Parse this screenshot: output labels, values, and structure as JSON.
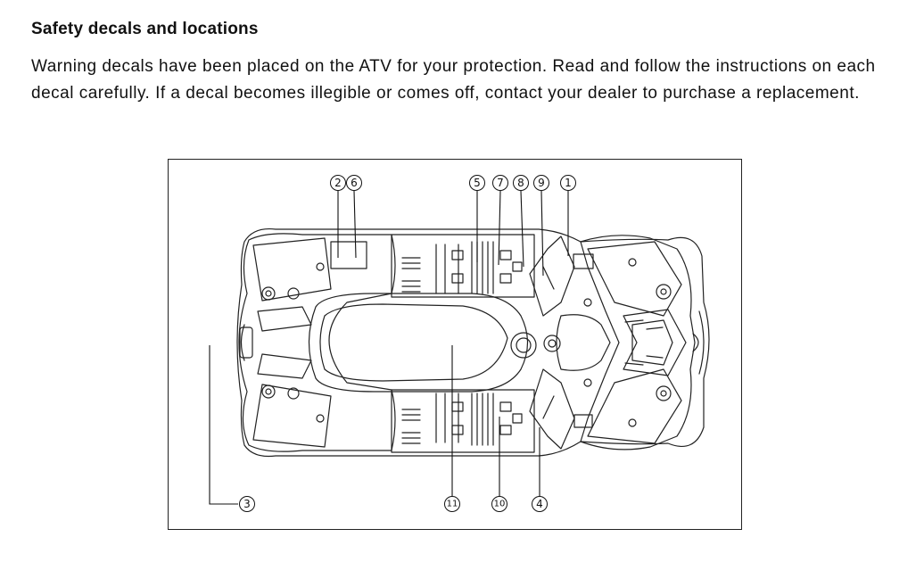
{
  "section": {
    "heading": "Safety decals and locations",
    "paragraph": "Warning decals have been placed on the ATV for your protection. Read and follow the instructions on each decal carefully. If a decal becomes illegible or comes off, contact your dealer to purchase a replacement."
  },
  "figure": {
    "callouts": {
      "c1": "1",
      "c2": "2",
      "c3": "3",
      "c4": "4",
      "c5": "5",
      "c6": "6",
      "c7": "7",
      "c8": "8",
      "c9": "9",
      "c10": "10",
      "c11": "11"
    }
  }
}
